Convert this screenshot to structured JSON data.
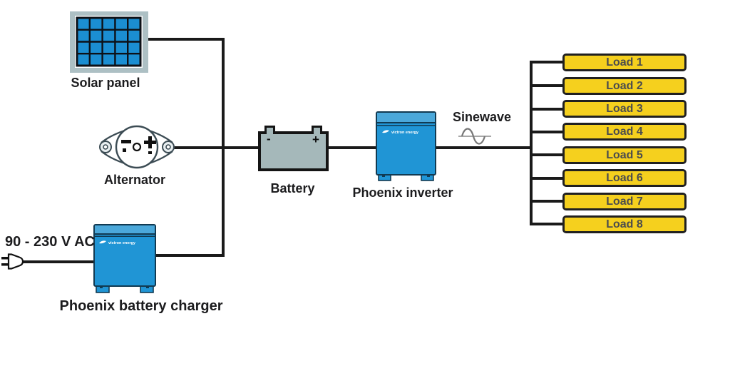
{
  "diagram": {
    "components": {
      "solar_panel": {
        "label": "Solar panel"
      },
      "alternator": {
        "label": "Alternator"
      },
      "battery": {
        "label": "Battery",
        "minus": "-",
        "plus": "+"
      },
      "phoenix_inverter": {
        "label": "Phoenix inverter",
        "brand": "victron energy"
      },
      "phoenix_battery_charger": {
        "label": "Phoenix battery charger",
        "brand": "victron energy"
      },
      "ac_input": {
        "label": "90 - 230 V AC"
      },
      "sinewave": {
        "label": "Sinewave"
      }
    },
    "loads": [
      "Load 1",
      "Load 2",
      "Load 3",
      "Load 4",
      "Load 5",
      "Load 6",
      "Load 7",
      "Load 8"
    ],
    "colors": {
      "wire": "#1a1a1a",
      "unit_blue": "#2095d5",
      "unit_blue_light": "#4ba8da",
      "unit_border": "#113a52",
      "load_yellow": "#f5d01e",
      "load_text": "#4b4c4e",
      "battery_gray": "#a5b8ba",
      "panel_cell_blue": "#1b8ed2",
      "panel_frame_gray": "#adc0c4",
      "label_text": "#1c1c1e"
    }
  }
}
